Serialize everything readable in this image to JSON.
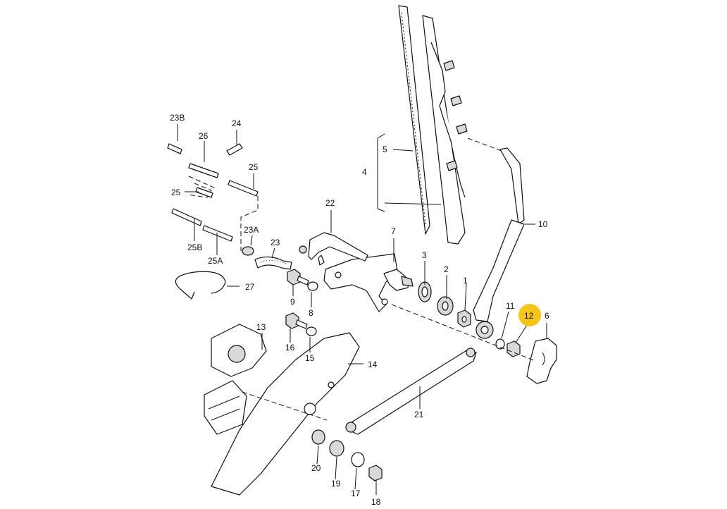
{
  "highlight_color": "#f7c518",
  "highlighted_label": "12",
  "labels": {
    "l1": "1",
    "l2": "2",
    "l3": "3",
    "l4": "4",
    "l5": "5",
    "l6": "6",
    "l7": "7",
    "l8": "8",
    "l9": "9",
    "l10": "10",
    "l11": "11",
    "l12": "12",
    "l13": "13",
    "l14": "14",
    "l15": "15",
    "l16": "16",
    "l17": "17",
    "l18": "18",
    "l19": "19",
    "l20": "20",
    "l21": "21",
    "l22": "22",
    "l23": "23",
    "l23a": "23A",
    "l23b": "23B",
    "l24": "24",
    "l25a": "25",
    "l25b": "25",
    "l25_a": "25A",
    "l25_b": "25B",
    "l26": "26",
    "l27": "27"
  }
}
